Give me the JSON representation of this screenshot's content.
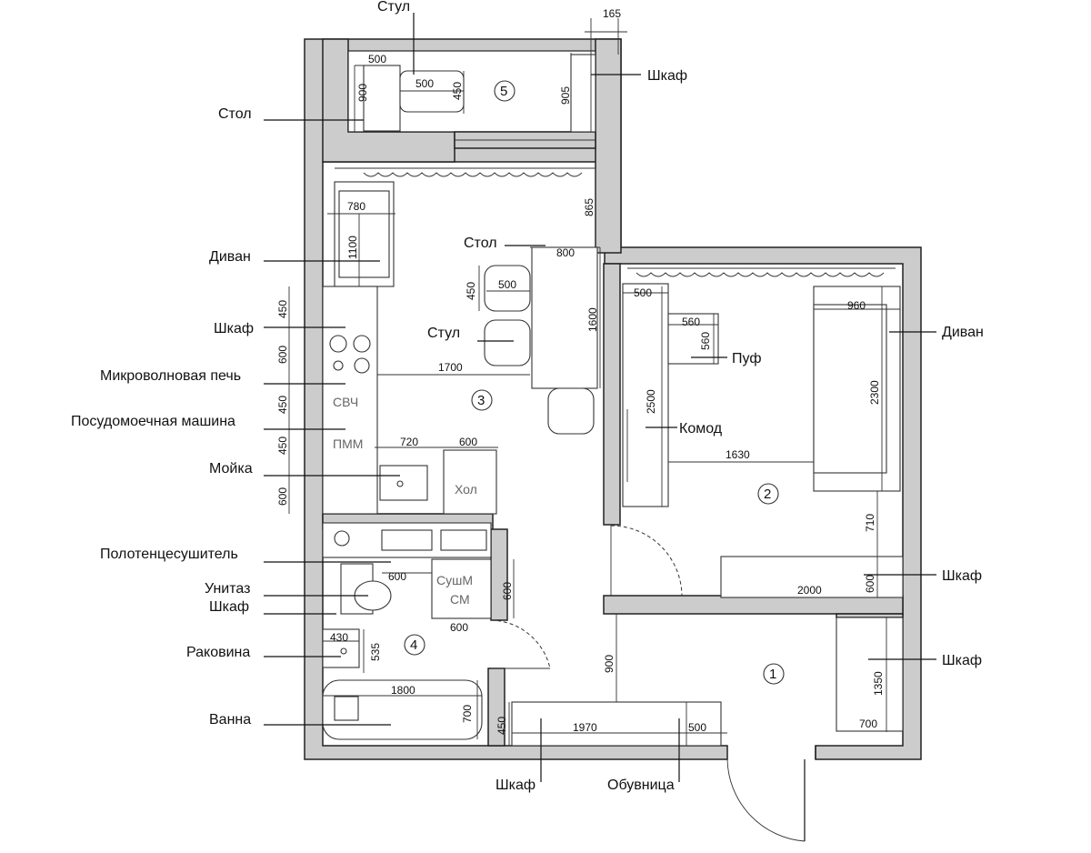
{
  "labels": {
    "stul_top": "Стул",
    "stol_top": "Стол",
    "shkaf_balcony": "Шкаф",
    "divan_left": "Диван",
    "stol_mid": "Стол",
    "shkaf_kitchen": "Шкаф",
    "stul_mid": "Стул",
    "mikro": "Микроволновая печь",
    "posudo": "Посудомоечная машина",
    "moyka": "Мойка",
    "polotence": "Полотенцесушитель",
    "unitaz": "Унитаз",
    "shkaf_bath": "Шкаф",
    "rakovina": "Раковина",
    "vanna": "Ванна",
    "shkaf_bottom": "Шкаф",
    "obuvnica": "Обувница",
    "divan_right": "Диван",
    "puf": "Пуф",
    "komod": "Комод",
    "shkaf_room": "Шкаф",
    "shkaf_hall": "Шкаф"
  },
  "fixtures": {
    "svch": "СВЧ",
    "pmm": "ПММ",
    "hol": "Хол",
    "sushm": "СушМ",
    "sm": "СМ"
  },
  "rooms": {
    "r1": "1",
    "r2": "2",
    "r3": "3",
    "r4": "4",
    "r5": "5"
  },
  "dims": {
    "d165": "165",
    "d500a": "500",
    "d500b": "500",
    "d450a": "450",
    "d900a": "900",
    "d905": "905",
    "d865": "865",
    "d780": "780",
    "d1100": "1100",
    "d800": "800",
    "d450b": "450",
    "d500c": "500",
    "d1600": "1600",
    "d1700": "1700",
    "d450c": "450",
    "d600a": "600",
    "d450d": "450",
    "d450e": "450",
    "d600b": "600",
    "d720": "720",
    "d600c": "600",
    "d500d": "500",
    "d560a": "560",
    "d560b": "560",
    "d960": "960",
    "d2300": "2300",
    "d2500": "2500",
    "d1630": "1630",
    "d710": "710",
    "d600d": "600",
    "d2000": "2000",
    "d600e": "600",
    "d600f": "600",
    "d600g": "600",
    "d430": "430",
    "d535": "535",
    "d1800": "1800",
    "d700a": "700",
    "d450f": "450",
    "d1970": "1970",
    "d500e": "500",
    "d900b": "900",
    "d1350": "1350",
    "d700b": "700"
  }
}
